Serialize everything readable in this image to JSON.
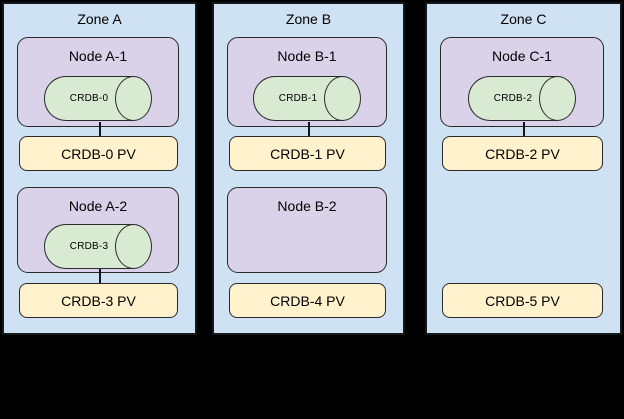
{
  "palette": {
    "background": "#000000",
    "zone_fill": "#cfe2f3",
    "node_fill": "#d9d2e9",
    "pod_fill": "#d9ead3",
    "pv_fill": "#fff2cc",
    "outline": "#222222"
  },
  "zones": [
    {
      "label": "Zone A",
      "nodes": [
        {
          "label": "Node A-1",
          "pod": "CRDB-0"
        },
        {
          "label": "Node A-2",
          "pod": "CRDB-3"
        }
      ],
      "pvs": [
        {
          "label": "CRDB-0 PV"
        },
        {
          "label": "CRDB-3 PV"
        }
      ]
    },
    {
      "label": "Zone B",
      "nodes": [
        {
          "label": "Node B-1",
          "pod": "CRDB-1"
        },
        {
          "label": "Node B-2",
          "pod": null
        }
      ],
      "pvs": [
        {
          "label": "CRDB-1 PV"
        },
        {
          "label": "CRDB-4 PV"
        }
      ]
    },
    {
      "label": "Zone C",
      "nodes": [
        {
          "label": "Node C-1",
          "pod": "CRDB-2"
        }
      ],
      "pvs": [
        {
          "label": "CRDB-2 PV"
        },
        {
          "label": "CRDB-5 PV"
        }
      ]
    }
  ]
}
